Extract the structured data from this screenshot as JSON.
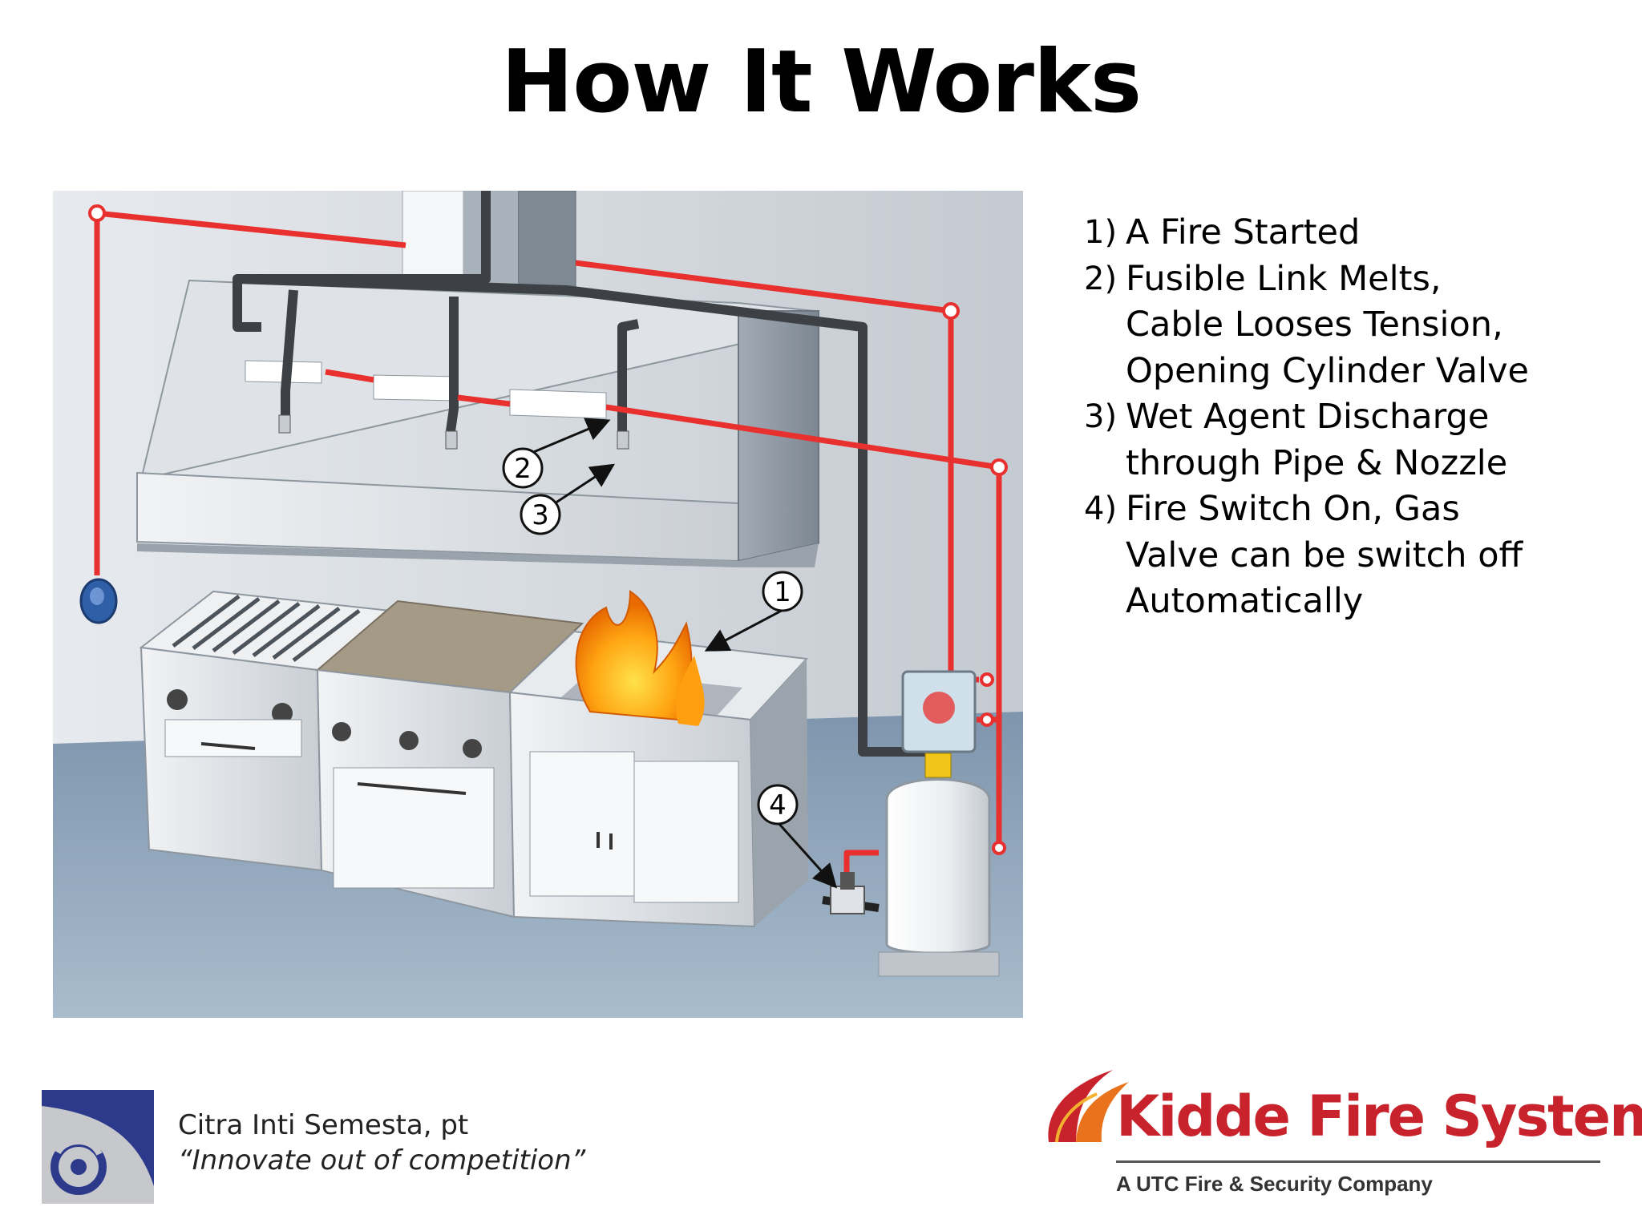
{
  "title": "How It Works",
  "callouts": [
    "1",
    "2",
    "3",
    "4"
  ],
  "steps": [
    {
      "number": "1)",
      "lines": [
        "A Fire Started"
      ]
    },
    {
      "number": "2)",
      "lines": [
        "Fusible Link Melts,",
        "Cable Looses Tension,",
        "Opening Cylinder Valve"
      ]
    },
    {
      "number": "3)",
      "lines": [
        "Wet Agent Discharge",
        "through Pipe & Nozzle"
      ]
    },
    {
      "number": "4)",
      "lines": [
        "Fire Switch On, Gas",
        "Valve can be switch off",
        "Automatically"
      ]
    }
  ],
  "footer": {
    "company": "Citra Inti Semesta, pt",
    "slogan": "“Innovate out of competition”",
    "brand": "Kidde Fire Systems",
    "brand_tagline": "A UTC Fire & Security Company"
  },
  "colors": {
    "detection_line": "#e8302e",
    "agent_pipe": "#3d4044",
    "wall": "#d8dde2",
    "floor": "#8fa6bd",
    "brand_red": "#c8232c",
    "logo_blue": "#2d3a8c"
  },
  "icons": {
    "cis_logo": "swirl-logo-icon",
    "kidde_logo": "flame-logo-icon",
    "manual_pull": "pull-station-icon"
  }
}
